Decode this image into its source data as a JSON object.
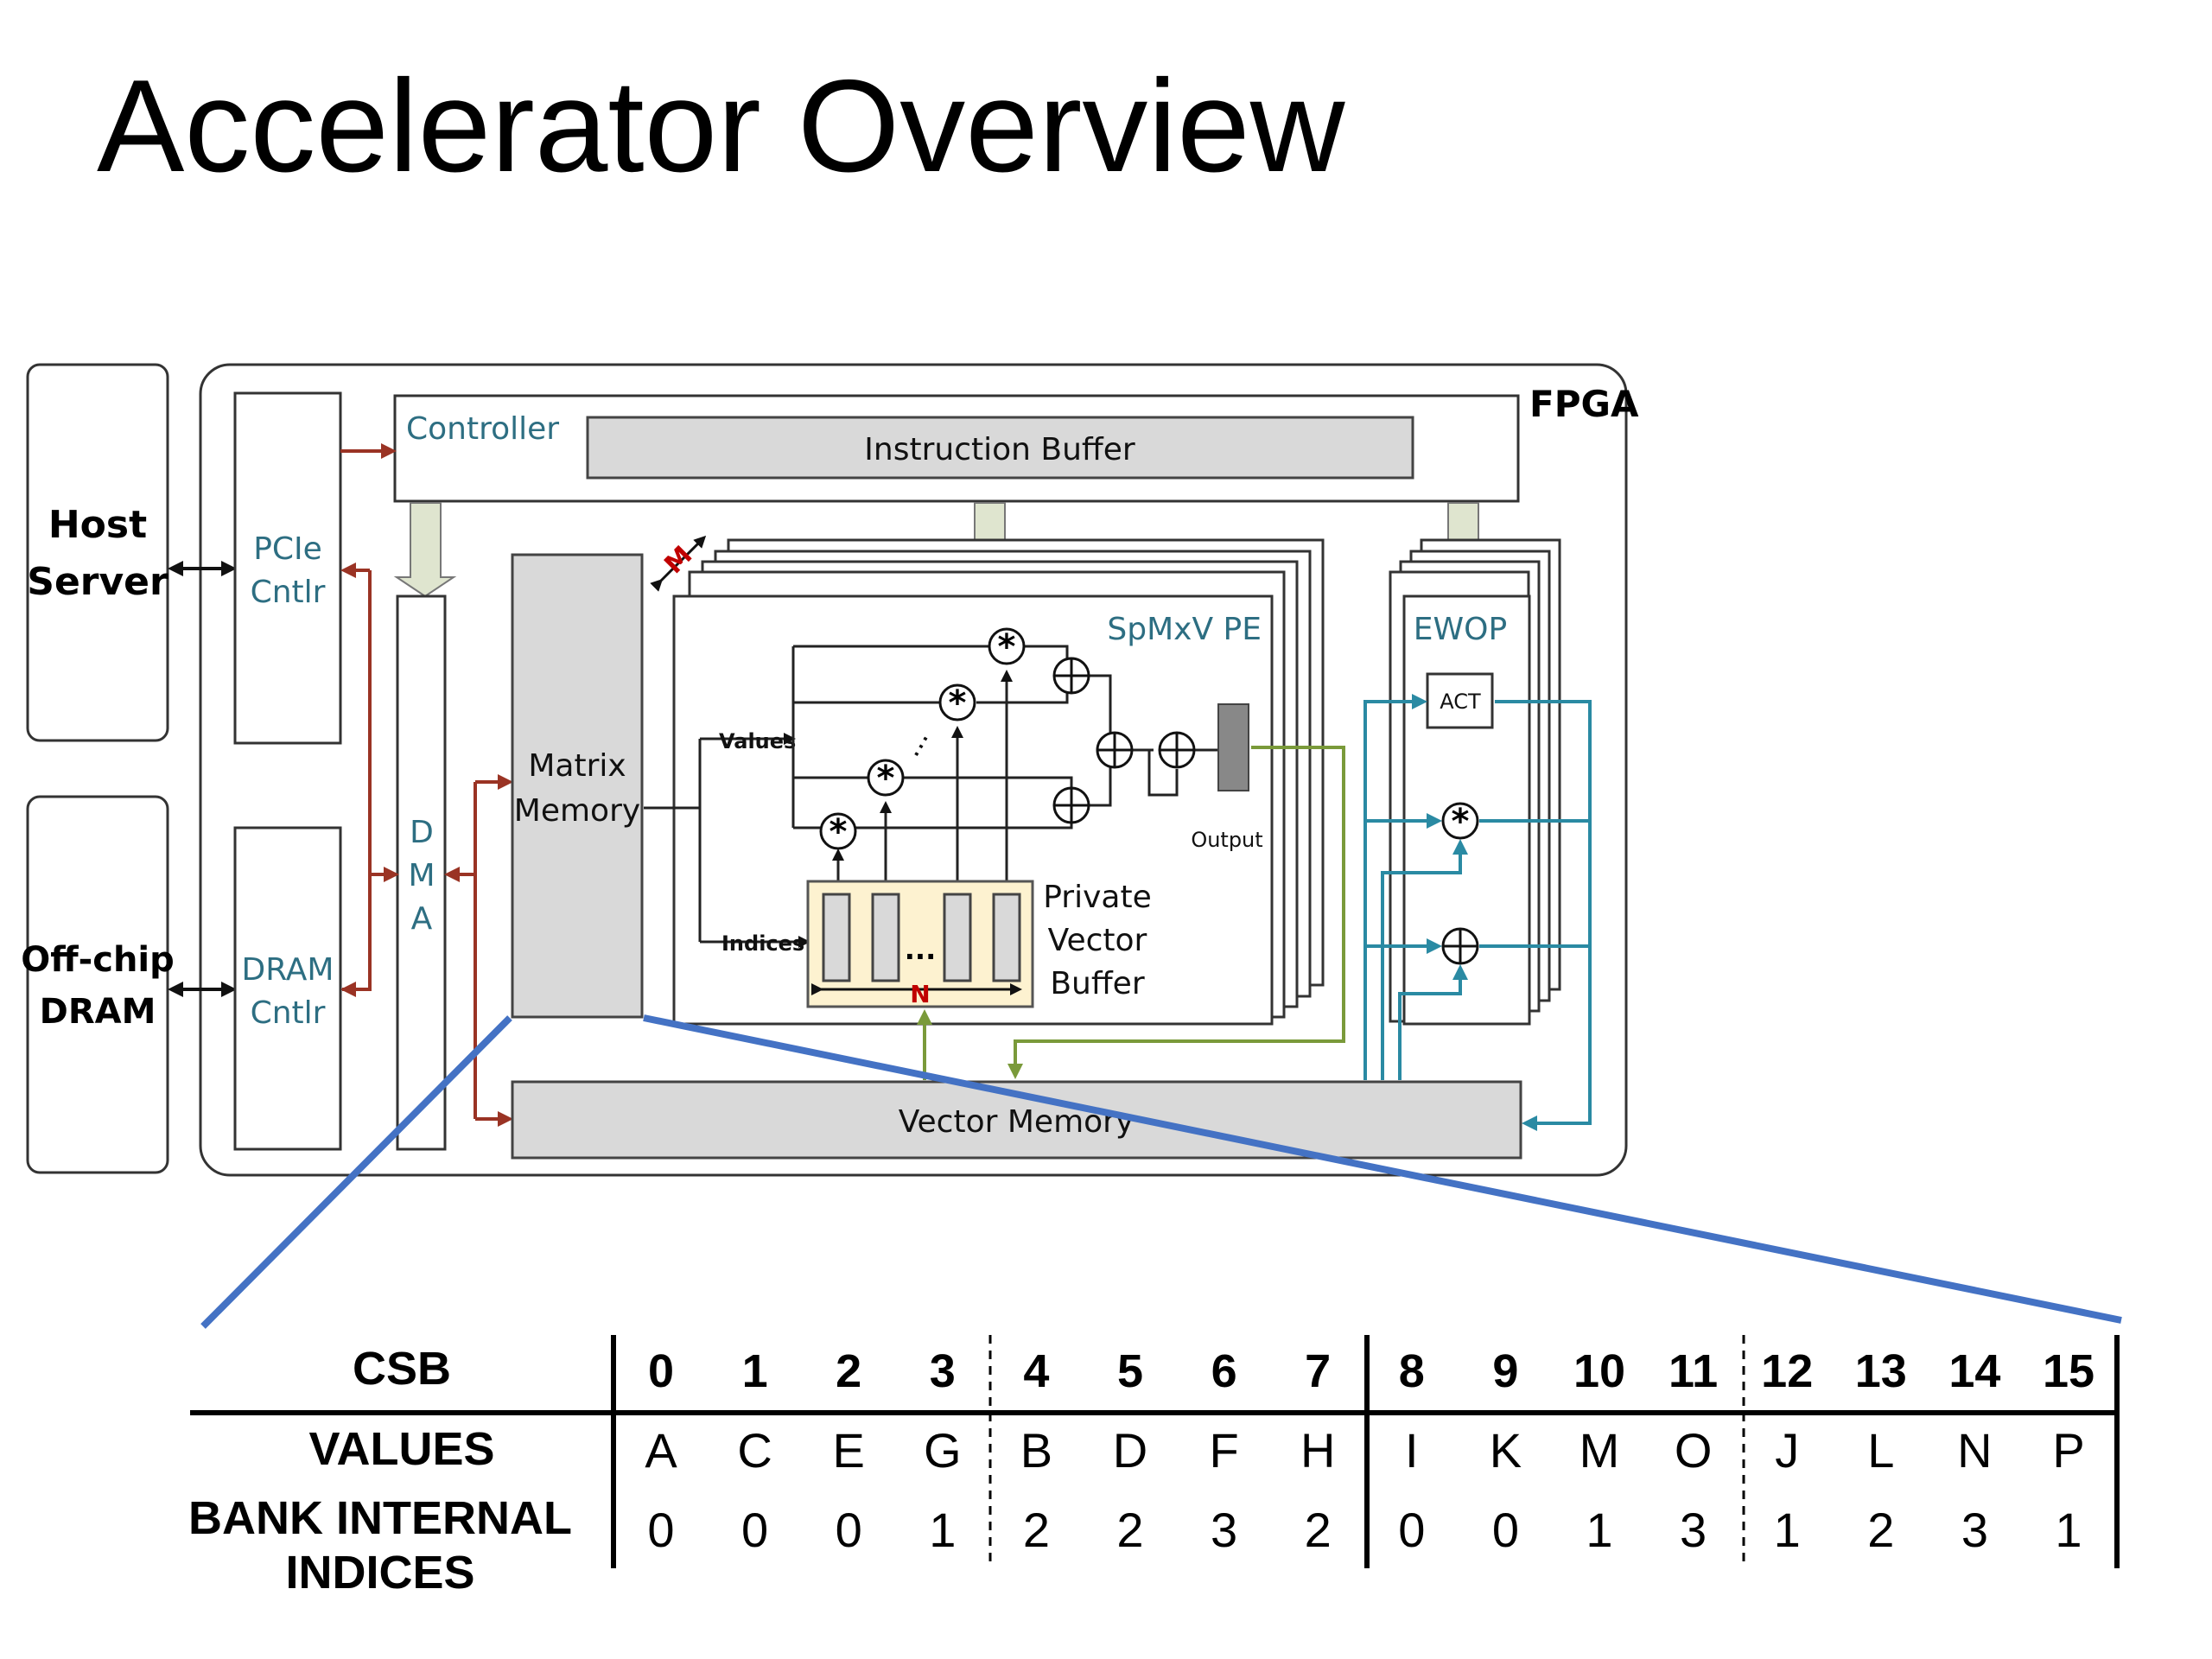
{
  "title": "Accelerator Overview",
  "diagram": {
    "host_server": [
      "Host",
      "Server"
    ],
    "off_chip_dram": [
      "Off-chip",
      "DRAM"
    ],
    "fpga": "FPGA",
    "pcie_cntlr": [
      "PCIe",
      "Cntlr"
    ],
    "dram_cntlr": [
      "DRAM",
      "Cntlr"
    ],
    "controller": "Controller",
    "instruction_buffer": "Instruction Buffer",
    "dma": [
      "D",
      "M",
      "A"
    ],
    "matrix_memory": [
      "Matrix",
      "Memory"
    ],
    "spmxv_pe": "SpMxV PE",
    "values_label": "Values",
    "indices_label": "Indices",
    "output_label": "Output",
    "private_vector_buffer": [
      "Private",
      "Vector",
      "Buffer"
    ],
    "ellipsis": "...",
    "n_label": "N",
    "m_label": "M",
    "ewop": "EWOP",
    "act": "ACT",
    "vector_memory": "Vector Memory",
    "colors": {
      "teal_text": "#2d6e82",
      "red_arrow": "#9a3324",
      "green_line": "#7a9a3a",
      "teal_line": "#2a8aa3",
      "zoom_line": "#4472c4",
      "buffer_fill": "#fdf2d0",
      "label_red": "#c00000"
    }
  },
  "table": {
    "row_labels": [
      "CSB",
      "VALUES",
      "BANK INTERNAL",
      "INDICES"
    ],
    "csb": [
      "0",
      "1",
      "2",
      "3",
      "4",
      "5",
      "6",
      "7",
      "8",
      "9",
      "10",
      "11",
      "12",
      "13",
      "14",
      "15"
    ],
    "values": [
      "A",
      "C",
      "E",
      "G",
      "B",
      "D",
      "F",
      "H",
      "I",
      "K",
      "M",
      "O",
      "J",
      "L",
      "N",
      "P"
    ],
    "indices": [
      "0",
      "0",
      "0",
      "1",
      "2",
      "2",
      "3",
      "2",
      "0",
      "0",
      "1",
      "3",
      "1",
      "2",
      "3",
      "1"
    ]
  }
}
